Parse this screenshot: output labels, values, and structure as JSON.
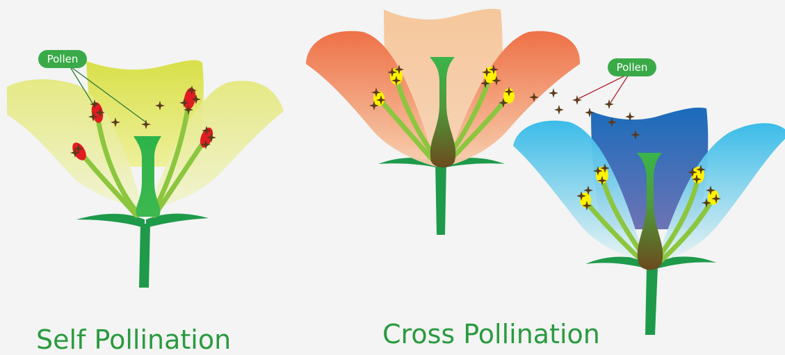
{
  "captions": {
    "self": "Self Pollination",
    "cross": "Cross Pollination"
  },
  "labels": {
    "self_pollen": "Pollen",
    "cross_pollen": "Pollen"
  },
  "colors": {
    "background": "#f3f4f3",
    "caption_green": "#2a9a3f",
    "label_green": "#3aaa49",
    "pistil_green": "#3ab54a",
    "pistil_brown": "#6b4a1e",
    "stem_green": "#1e9a4a",
    "filament_green": "#8cc63f",
    "anther_red": "#e21b23",
    "anther_yellow": "#fff200",
    "pollen_brown": "#5a3a1a",
    "self_petal": "#d8e24a",
    "cross_petal_orange": "#f07040",
    "cross_petal_blue": "#1e6fb8"
  },
  "icons": [
    "pollen-grain-icon",
    "flower-icon"
  ]
}
